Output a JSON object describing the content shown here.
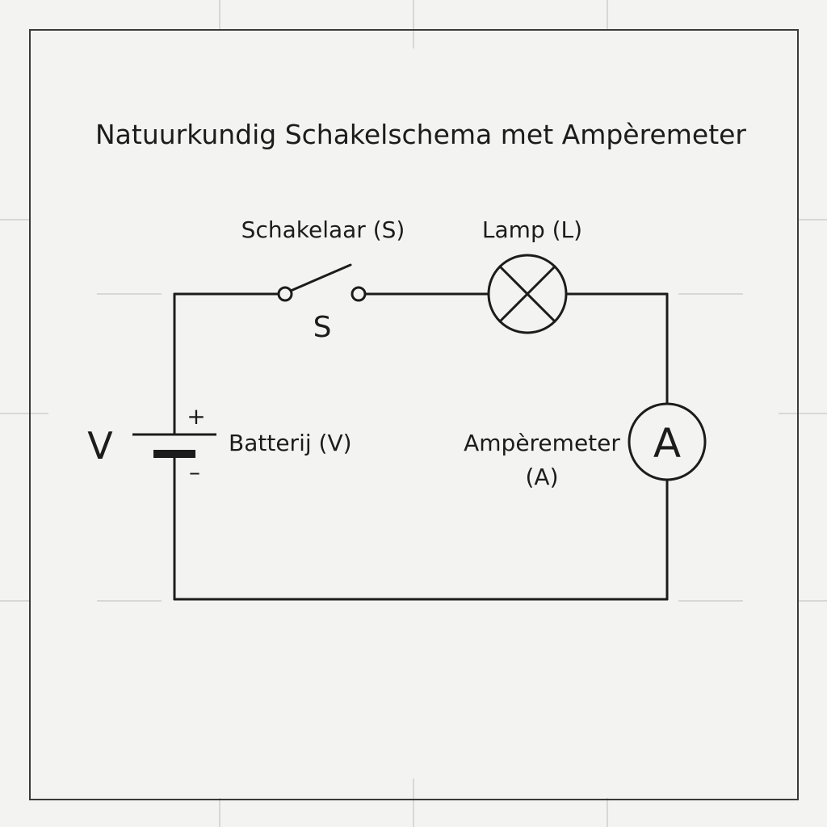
{
  "title": "Natuurkundig Schakelschema met Ampèremeter",
  "components": {
    "switch": {
      "label": "Schakelaar (S)",
      "symbol": "S"
    },
    "lamp": {
      "label": "Lamp (L)"
    },
    "battery": {
      "label": "Batterij (V)",
      "symbol": "V",
      "plus": "+",
      "minus": "–"
    },
    "ammeter": {
      "label_line1": "Ampèremeter",
      "label_line2": "(A)",
      "symbol": "A"
    }
  },
  "colors": {
    "background": "#f3f3f1",
    "ink": "#1c1c1c",
    "frame": "#3a3a3a"
  }
}
